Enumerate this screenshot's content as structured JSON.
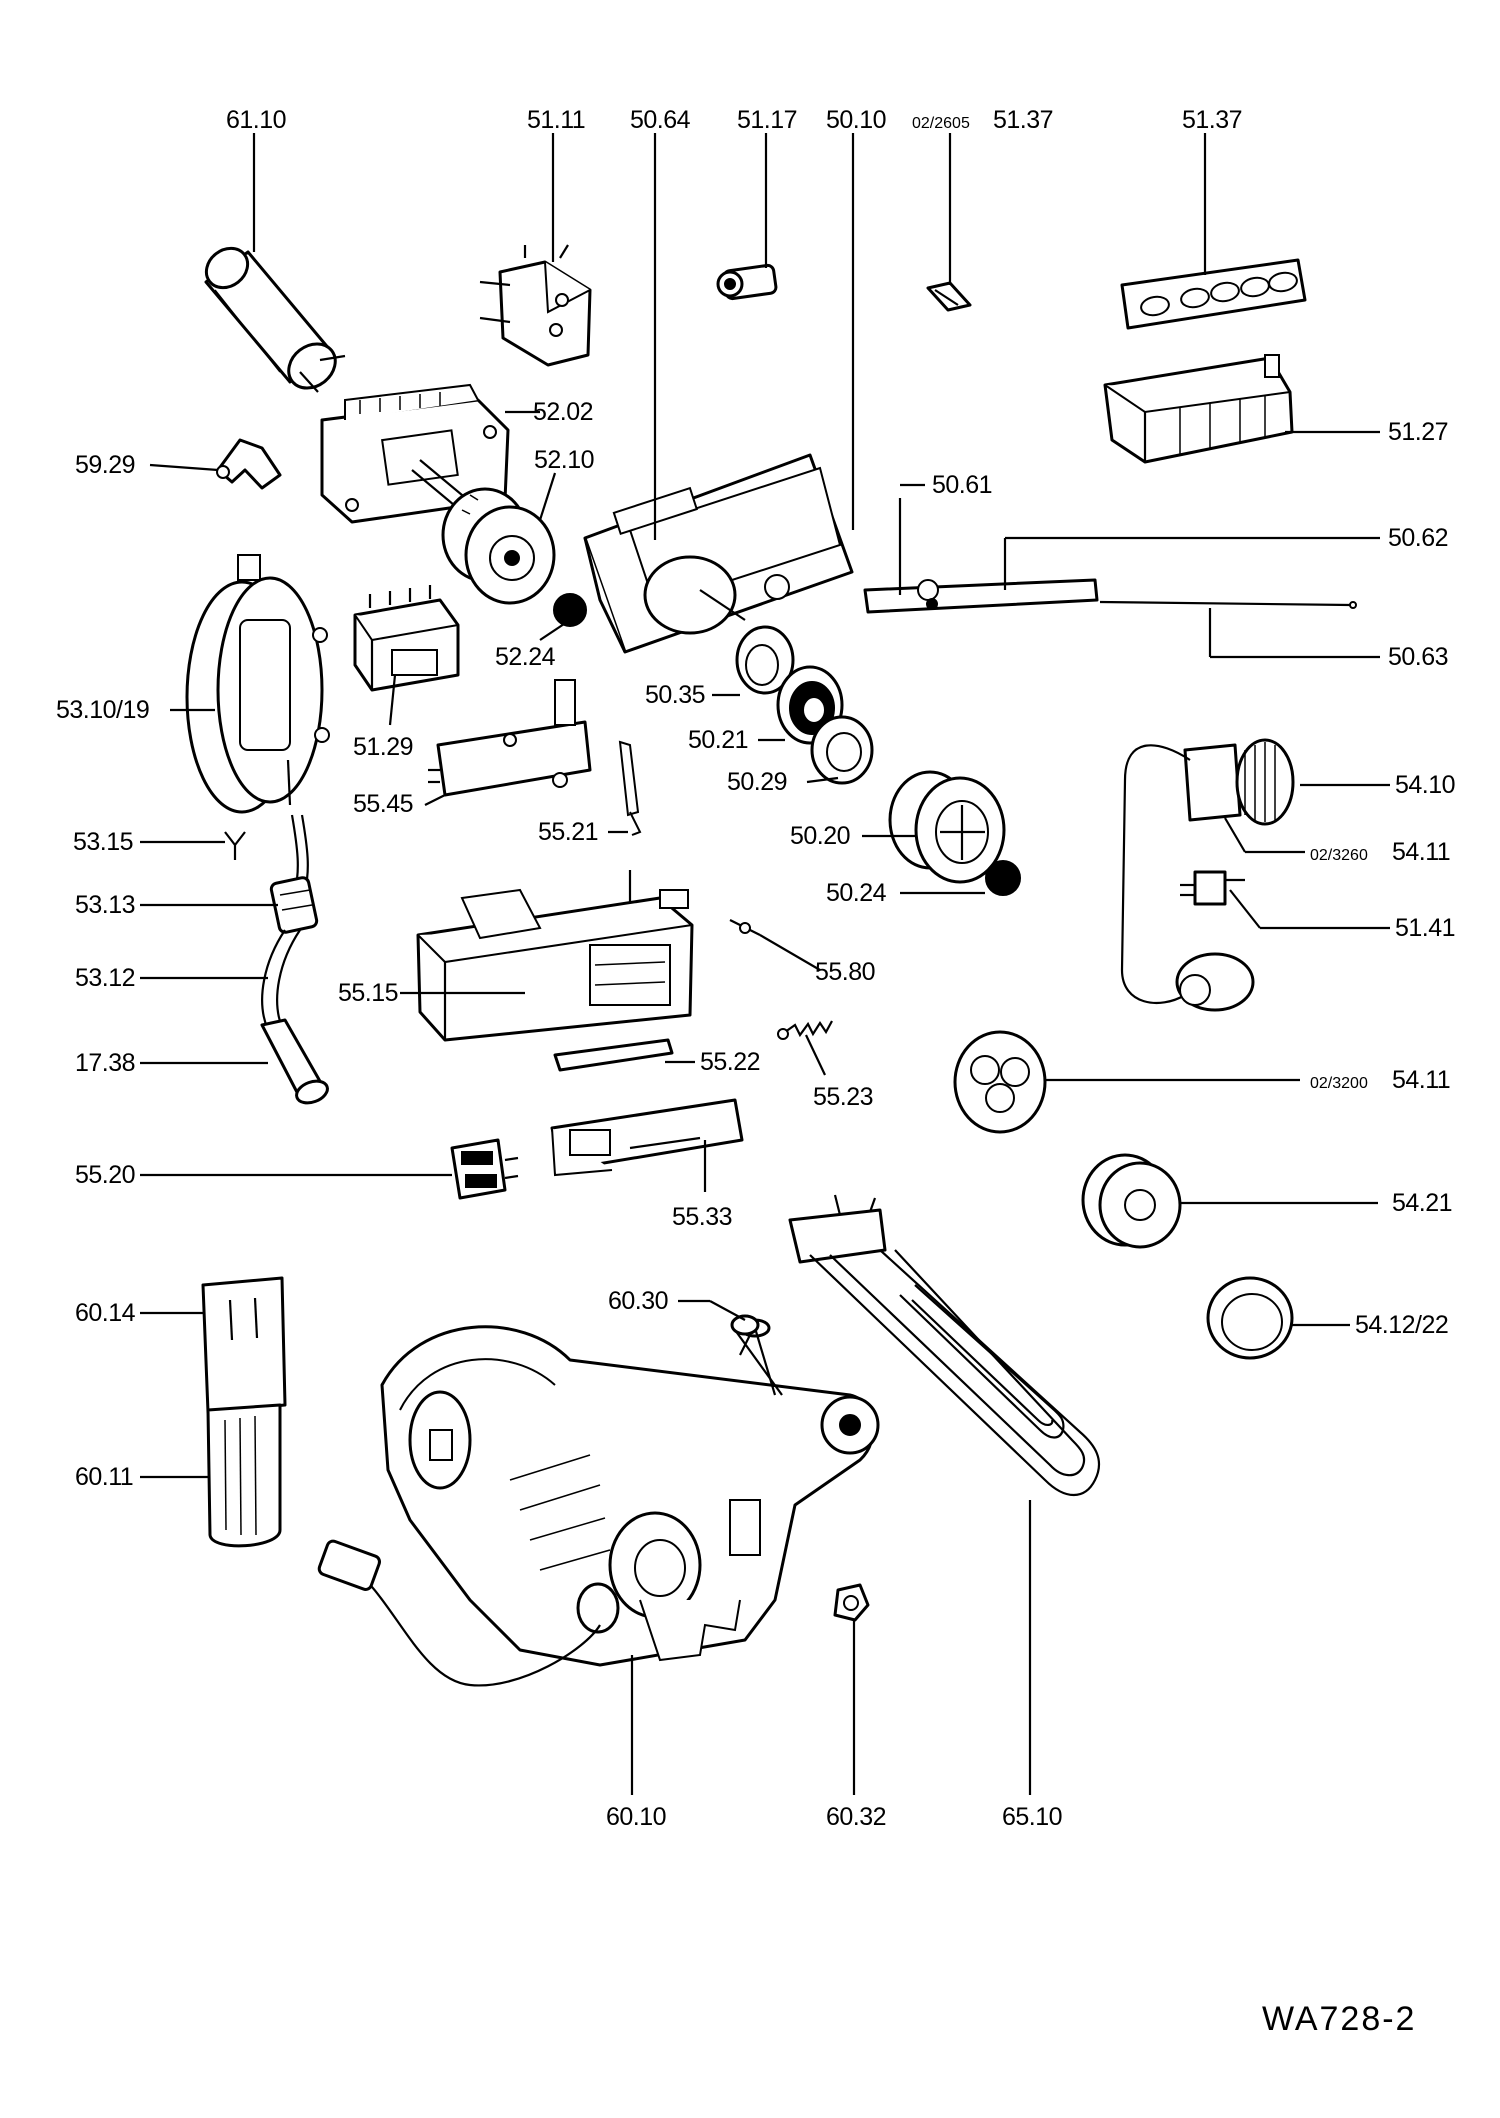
{
  "figure": {
    "reference_code": "WA728-2",
    "callouts": [
      {
        "id": "c6110",
        "text": "61.10"
      },
      {
        "id": "c5111",
        "text": "51.11"
      },
      {
        "id": "c5064",
        "text": "50.64"
      },
      {
        "id": "c5117",
        "text": "51.17"
      },
      {
        "id": "c5010",
        "text": "50.10"
      },
      {
        "id": "c5137a",
        "text": "51.37",
        "prefix": "02/2605"
      },
      {
        "id": "c5137",
        "text": "51.37"
      },
      {
        "id": "c5202",
        "text": "52.02"
      },
      {
        "id": "c5929",
        "text": "59.29"
      },
      {
        "id": "c5210",
        "text": "52.10"
      },
      {
        "id": "c5127",
        "text": "51.27"
      },
      {
        "id": "c5061",
        "text": "50.61"
      },
      {
        "id": "c5062",
        "text": "50.62"
      },
      {
        "id": "c5063",
        "text": "50.63"
      },
      {
        "id": "c5224",
        "text": "52.24"
      },
      {
        "id": "c5310",
        "text": "53.10/19"
      },
      {
        "id": "c5035",
        "text": "50.35"
      },
      {
        "id": "c5129",
        "text": "51.29"
      },
      {
        "id": "c5021",
        "text": "50.21"
      },
      {
        "id": "c5029",
        "text": "50.29"
      },
      {
        "id": "c5410",
        "text": "54.10"
      },
      {
        "id": "c5545",
        "text": "55.45"
      },
      {
        "id": "c5411a",
        "text": "54.11",
        "prefix": "02/3260"
      },
      {
        "id": "c5315",
        "text": "53.15"
      },
      {
        "id": "c5521",
        "text": "55.21"
      },
      {
        "id": "c5020",
        "text": "50.20"
      },
      {
        "id": "c5024",
        "text": "50.24"
      },
      {
        "id": "c5141",
        "text": "51.41"
      },
      {
        "id": "c5313",
        "text": "53.13"
      },
      {
        "id": "c5580",
        "text": "55.80"
      },
      {
        "id": "c5312",
        "text": "53.12"
      },
      {
        "id": "c5515",
        "text": "55.15"
      },
      {
        "id": "c1738",
        "text": "17.38"
      },
      {
        "id": "c5522",
        "text": "55.22"
      },
      {
        "id": "c5523",
        "text": "55.23"
      },
      {
        "id": "c5411b",
        "text": "54.11",
        "prefix": "02/3200"
      },
      {
        "id": "c5520",
        "text": "55.20"
      },
      {
        "id": "c5533",
        "text": "55.33"
      },
      {
        "id": "c5421",
        "text": "54.21"
      },
      {
        "id": "c6014",
        "text": "60.14"
      },
      {
        "id": "c6030",
        "text": "60.30"
      },
      {
        "id": "c5412",
        "text": "54.12/22"
      },
      {
        "id": "c6011",
        "text": "60.11"
      },
      {
        "id": "c6010",
        "text": "60.10"
      },
      {
        "id": "c6032",
        "text": "60.32"
      },
      {
        "id": "c6510",
        "text": "65.10"
      }
    ]
  }
}
